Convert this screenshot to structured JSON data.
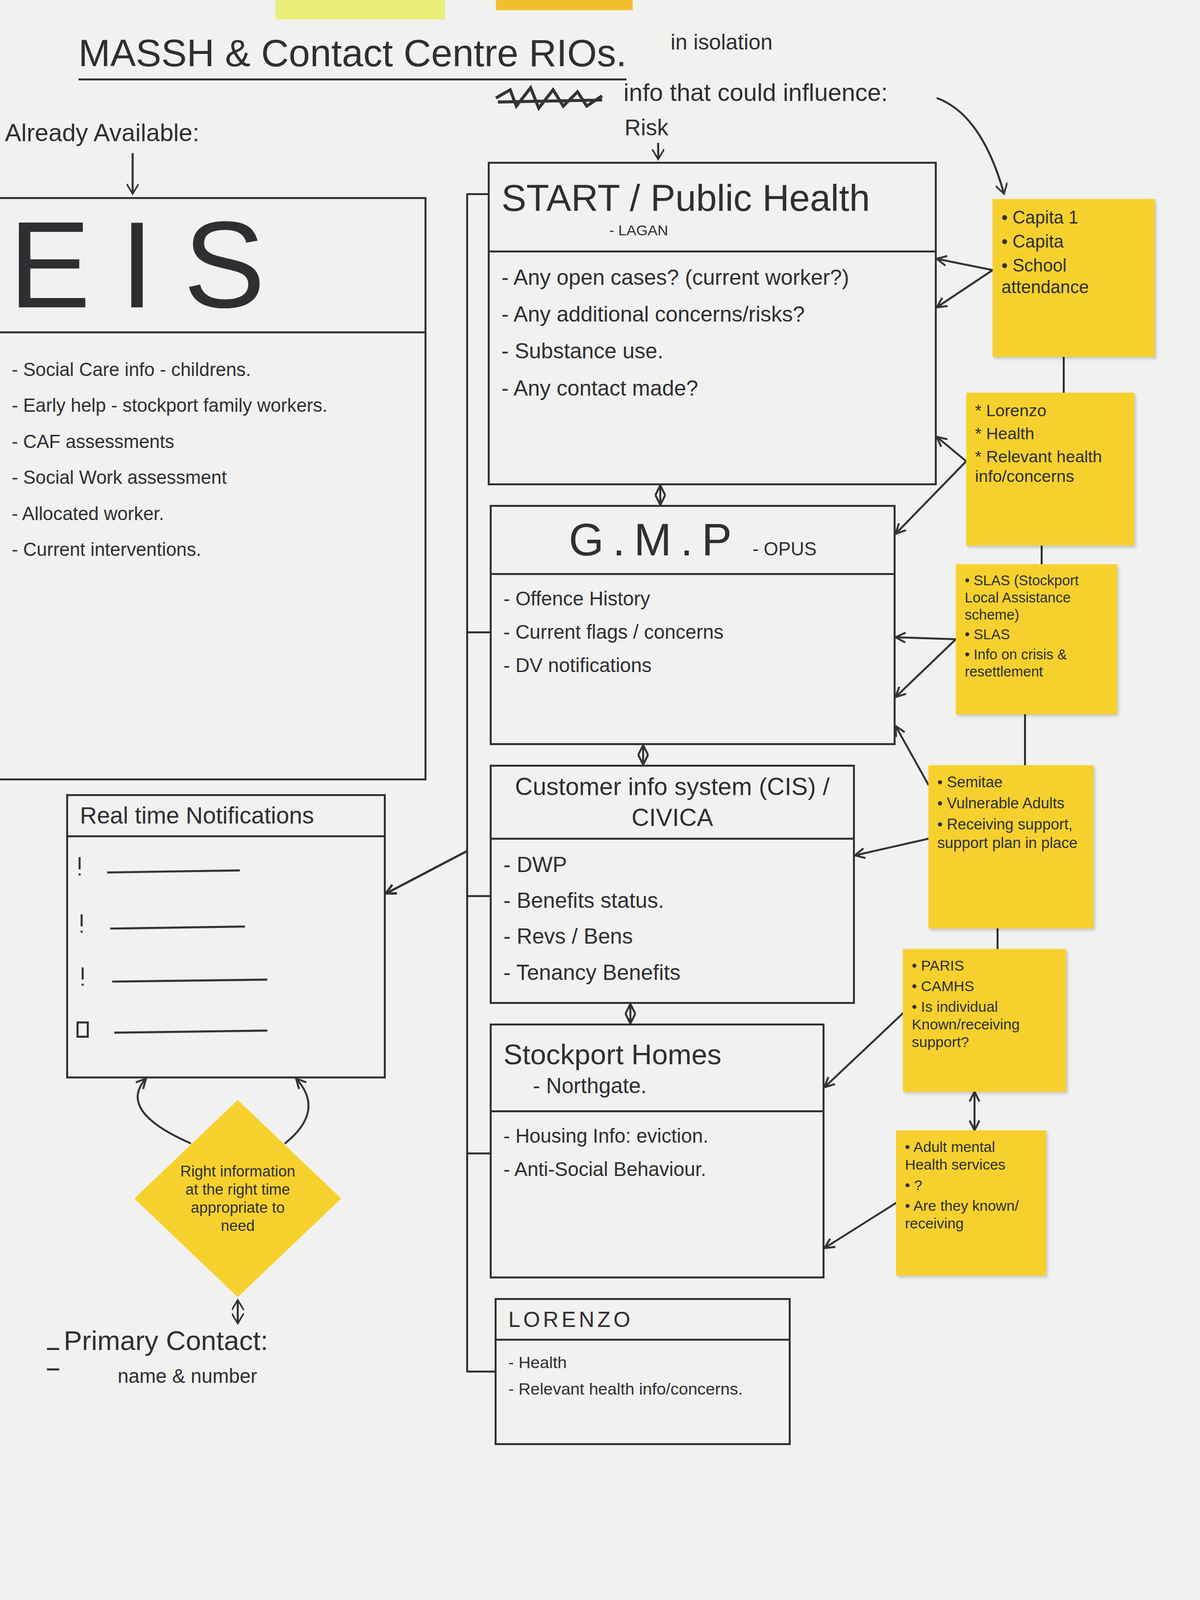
{
  "diagram": {
    "title": "MASSH & Contact Centre RIOs.",
    "nodes": [
      {
        "text": [
          "EIS",
          "- Social Care info - childrens.",
          "- Early help - stockport family workers.",
          "- CAF assessments",
          "- Social Work assessment",
          "- Allocated worker.",
          "- Current interventions."
        ]
      },
      {
        "text": [
          "Real time Notifications"
        ]
      },
      {
        "text": [
          "Right information at the right time appropriate to need"
        ]
      },
      {
        "text": [
          "START / Public Health",
          "- LAGAN",
          "- Any open cases? (current worker?)",
          "- Any additional concerns/risks?",
          "- Substance use.",
          "- Any contact made?"
        ]
      },
      {
        "text": [
          "G.M.P",
          "- OPUS",
          "- Offence History",
          "- Current flags / concerns",
          "- DV notifications"
        ]
      },
      {
        "text": [
          "Customer info system (CIS) / CIVICA",
          "- DWP",
          "- Benefits status.",
          "- Revs / Bens",
          "- Tenancy Benefits"
        ]
      },
      {
        "text": [
          "Stockport Homes",
          "- Northgate.",
          "- Housing Info: eviction.",
          "- Anti-Social Behaviour."
        ]
      },
      {
        "text": [
          "LORENZO",
          "- Health",
          "- Relevant health info/concerns."
        ]
      },
      {
        "text": [
          "• Capita 1",
          "• Capita",
          "• School attendance"
        ]
      },
      {
        "text": [
          "* Lorenzo",
          "* Health",
          "* Relevant health info/concerns"
        ]
      },
      {
        "text": [
          "• SLAS (Stockport Local Assistance scheme)",
          "• SLAS",
          "• Info on crisis & resettlement"
        ]
      },
      {
        "text": [
          "• Semitae",
          "• Vulnerable Adults",
          "• Receiving support, support plan in place"
        ]
      },
      {
        "text": [
          "• PARIS",
          "• CAMHS",
          "• Is individual Known/receiving support?"
        ]
      },
      {
        "text": [
          "• Adult mental Health services",
          "• ?",
          "• Are they known/ receiving"
        ]
      }
    ],
    "edges": [
      {
        "from": 2,
        "to": 1,
        "arrow": "to"
      },
      {
        "from": 2,
        "to": 1,
        "arrow": "to"
      },
      {
        "from": 3,
        "to": 4,
        "arrow": "both"
      },
      {
        "from": 4,
        "to": 5,
        "arrow": "both"
      },
      {
        "from": 5,
        "to": 6,
        "arrow": "both"
      },
      {
        "from": 3,
        "to": 1,
        "arrow": "to"
      },
      {
        "from": 4,
        "to": 1,
        "arrow": "to"
      },
      {
        "from": 5,
        "to": 1,
        "arrow": "to"
      },
      {
        "from": 6,
        "to": 1,
        "arrow": "to"
      },
      {
        "from": 7,
        "to": 1,
        "arrow": "to"
      },
      {
        "from": 8,
        "to": 3,
        "arrow": "to"
      },
      {
        "from": 8,
        "to": 3,
        "arrow": "to"
      },
      {
        "from": 9,
        "to": 3,
        "arrow": "to"
      },
      {
        "from": 9,
        "to": 4,
        "arrow": "to"
      },
      {
        "from": 10,
        "to": 4,
        "arrow": "to"
      },
      {
        "from": 10,
        "to": 4,
        "arrow": "to"
      },
      {
        "from": 11,
        "to": 4,
        "arrow": "to"
      },
      {
        "from": 11,
        "to": 5,
        "arrow": "to"
      },
      {
        "from": 12,
        "to": 6,
        "arrow": "to"
      },
      {
        "from": 13,
        "to": 6,
        "arrow": "to"
      },
      {
        "from": 8,
        "to": 9,
        "arrow": "none"
      },
      {
        "from": 9,
        "to": 10,
        "arrow": "none"
      },
      {
        "from": 10,
        "to": 11,
        "arrow": "none"
      },
      {
        "from": 11,
        "to": 12,
        "arrow": "none"
      },
      {
        "from": 12,
        "to": 13,
        "arrow": "both"
      }
    ],
    "labels": [
      "in isolation",
      "Already Available:",
      "info that could influence:",
      "Risk",
      "Primary Contact:",
      "name & number"
    ]
  }
}
